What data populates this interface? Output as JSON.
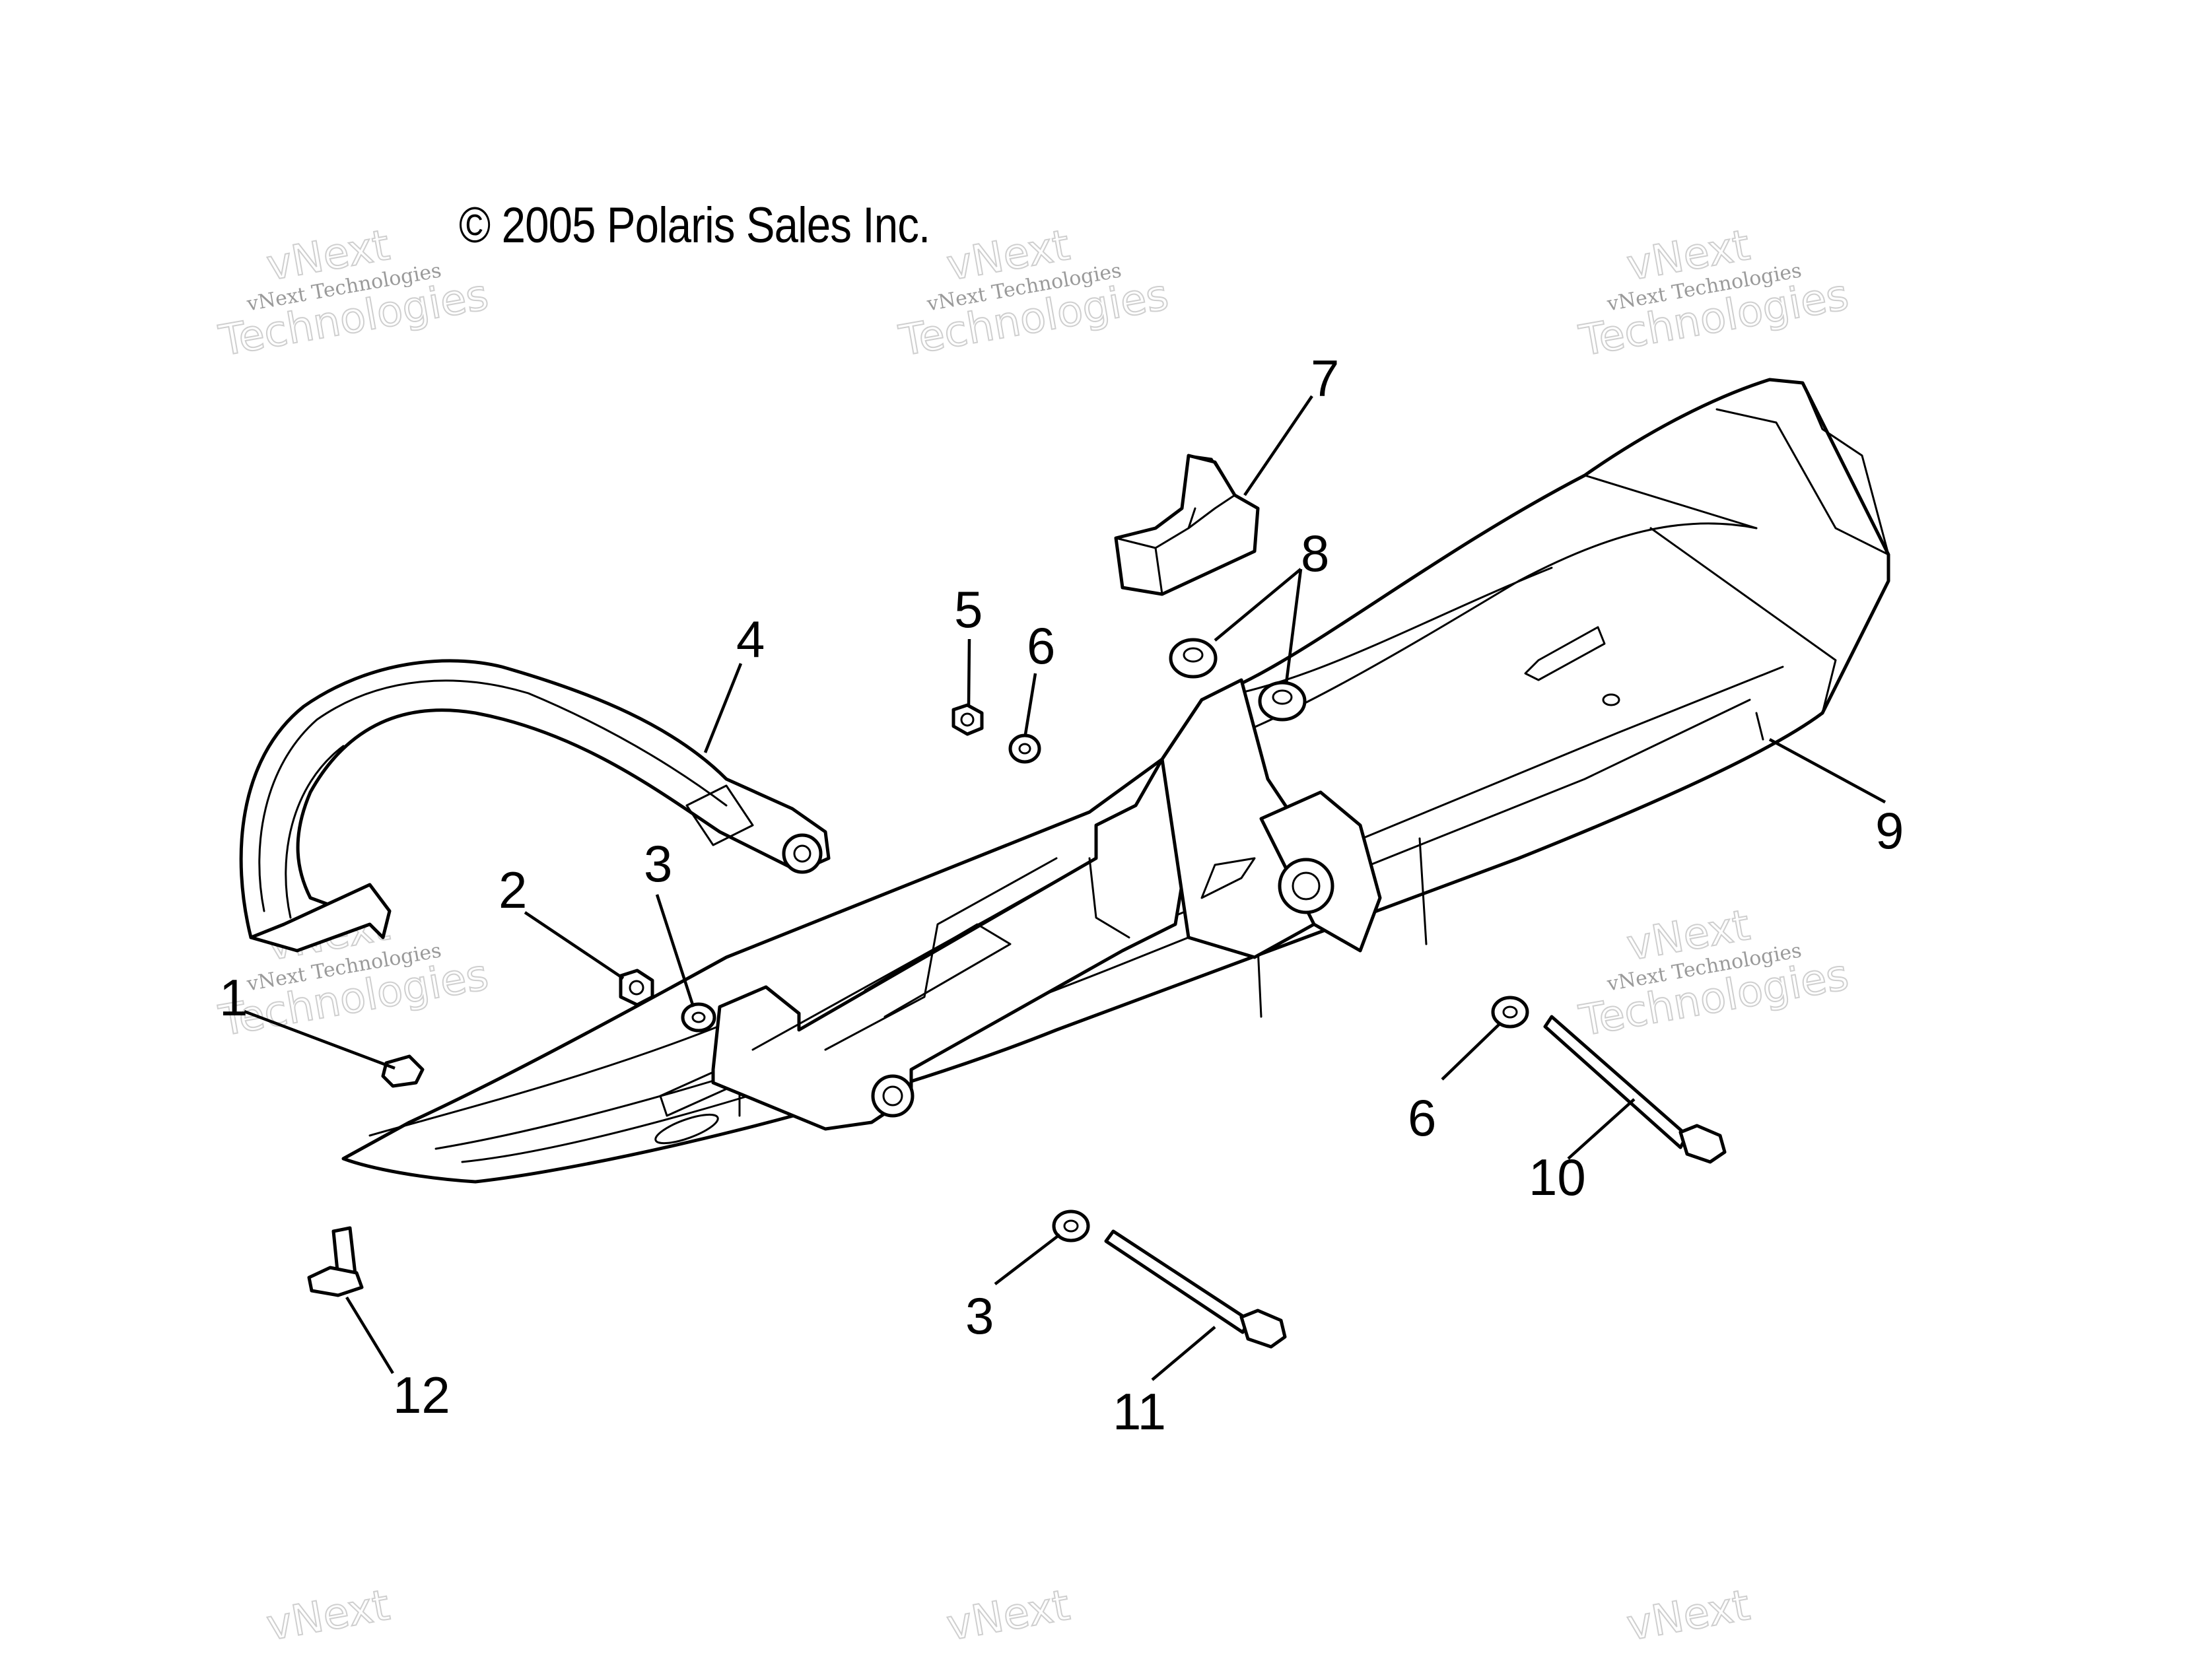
{
  "copyright": "© 2005 Polaris Sales Inc.",
  "watermark": {
    "line1": "vNext Technologies",
    "line2": "vNext",
    "line3": "Technologies"
  },
  "callouts": [
    "1",
    "2",
    "3",
    "4",
    "5",
    "6",
    "7",
    "8",
    "9",
    "10",
    "11",
    "12",
    "3",
    "6"
  ],
  "colors": {
    "ink": "#000000",
    "watermark": "#9a9a9a",
    "background": "#ffffff"
  }
}
